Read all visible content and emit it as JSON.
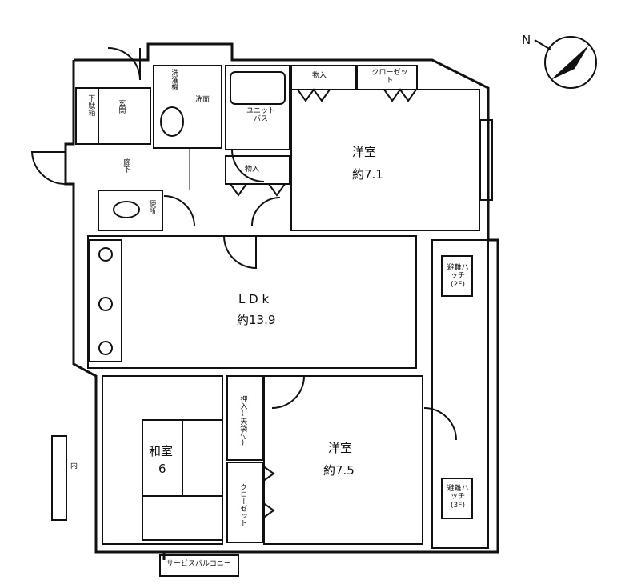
{
  "compass": {
    "label": "N"
  },
  "rooms": {
    "western_room_1": {
      "name": "洋室",
      "size": "約7.1"
    },
    "ldk": {
      "name": "L D k",
      "size": "約13.9"
    },
    "japanese_room": {
      "name": "和室",
      "size": "6"
    },
    "western_room_2": {
      "name": "洋室",
      "size": "約7.5"
    }
  },
  "labels": {
    "storage_top": "物入",
    "closet_top": "クローゼット",
    "unit_bath": "ユニットバス",
    "washroom": "洗面",
    "washer": "洗濯機",
    "storage_mid": "物入",
    "entrance": "玄関",
    "shoe_box": "下駄箱",
    "hallway": "廊下",
    "toilet": "便所",
    "oshiire": "押入(天袋付)",
    "closet_bottom": "クローゼット",
    "balcony": "サービスバルコニー",
    "hatch_top": "避難ハッチ(2F)",
    "hatch_bottom": "避難ハッチ(3F)",
    "side_marks": "内"
  }
}
